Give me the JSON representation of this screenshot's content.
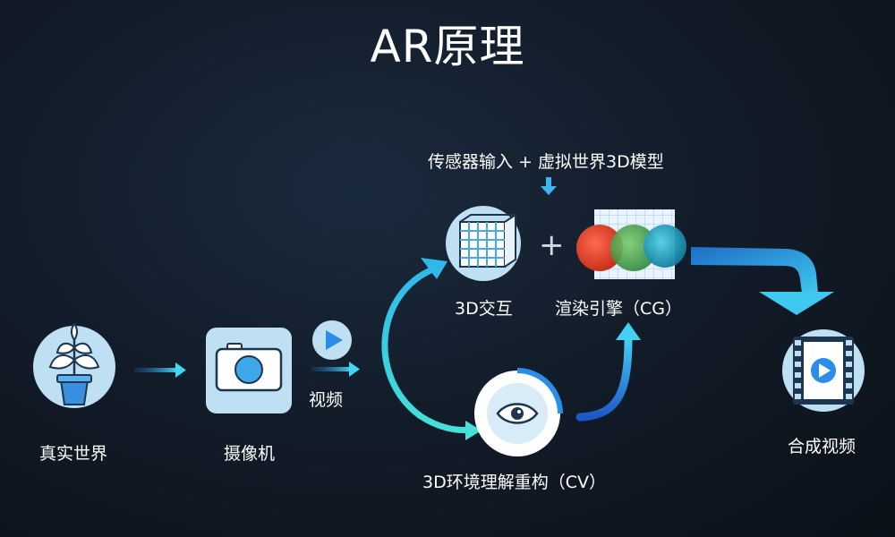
{
  "title": "AR原理",
  "input_label": "传感器输入 + 虚拟世界3D模型",
  "plus_sign": "+",
  "nodes": {
    "real_world": "真实世界",
    "camera": "摄像机",
    "video": "视频",
    "interaction": "3D交互",
    "render_engine": "渲染引擎（CG）",
    "cv": "3D环境理解重构（CV）",
    "composite": "合成视频"
  },
  "colors": {
    "background": "#111a26",
    "node_fill": "#bfe0f2",
    "accent_cyan": "#3fd8e6",
    "accent_blue": "#2a8ee8",
    "grid_blue": "#4aa7e8",
    "red_ball": "#e8452f",
    "green_ball": "#4aa64f",
    "teal_ball": "#1f9dbb"
  },
  "icons": [
    "plant-icon",
    "camera-icon",
    "play-icon",
    "grid-cube-icon",
    "eye-icon",
    "film-icon"
  ]
}
